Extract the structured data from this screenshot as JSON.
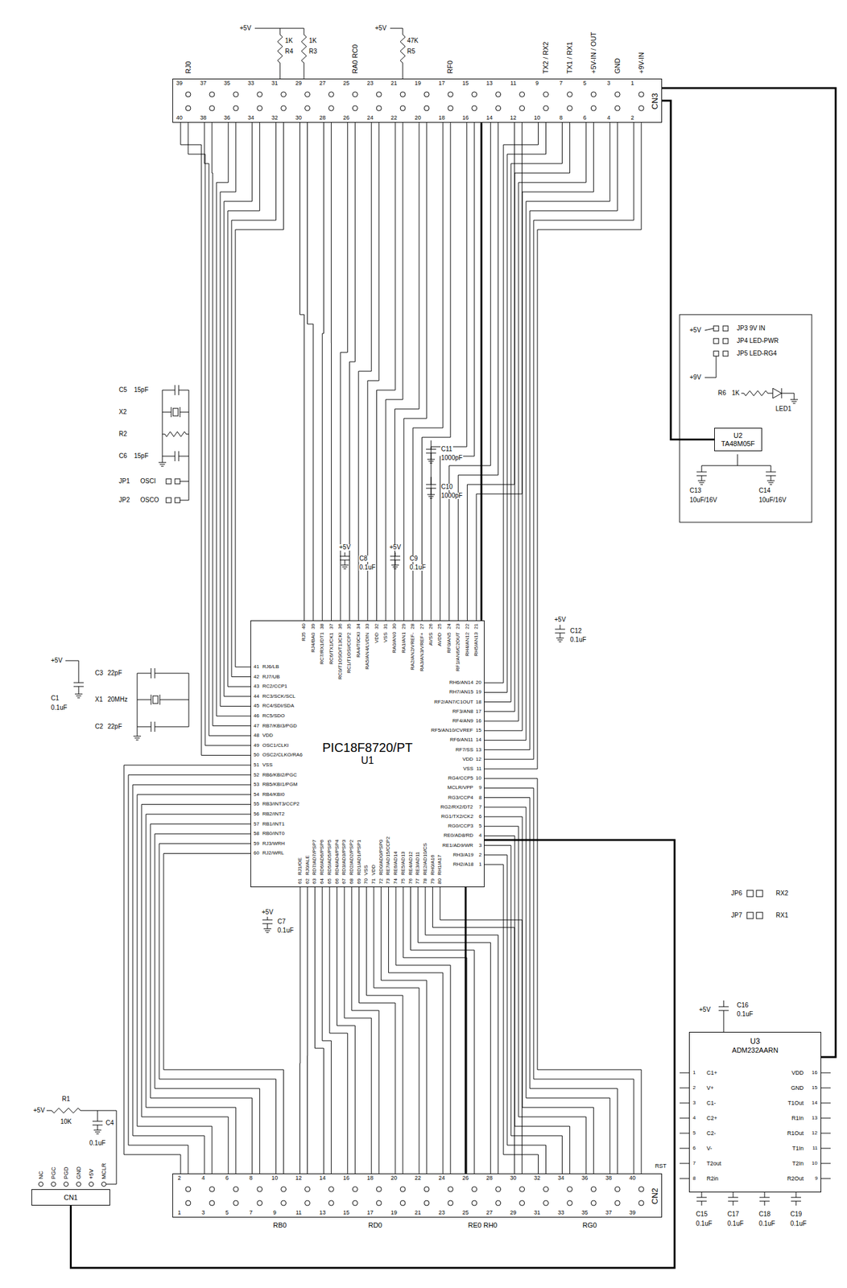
{
  "diagram": {
    "nodes": [
      {
        "text": [
          "CN3"
        ]
      },
      {
        "text": [
          "U2",
          "TA48M05F"
        ]
      },
      {
        "text": [
          "PIC18F8720/PT",
          "U1"
        ]
      },
      {
        "text": [
          "U3",
          "ADM232AARN"
        ]
      },
      {
        "text": [
          "CN2"
        ]
      },
      {
        "text": [
          "CN1"
        ]
      }
    ],
    "edges": [
      {
        "from": 2,
        "to": 0,
        "arrow": "none"
      },
      {
        "from": 1,
        "to": 0,
        "arrow": "none"
      },
      {
        "from": 3,
        "to": 0,
        "arrow": "none"
      },
      {
        "from": 4,
        "to": 2,
        "arrow": "none"
      },
      {
        "from": 5,
        "to": 2,
        "arrow": "none"
      }
    ],
    "labels": [
      "RJ0",
      "RA0 RC0",
      "RF0",
      "TX2 / RX2",
      "TX1 / RX1",
      "+5V-IN / OUT",
      "GND",
      "+9V-IN",
      "39",
      "37",
      "35",
      "33",
      "31",
      "29",
      "27",
      "25",
      "23",
      "21",
      "19",
      "17",
      "15",
      "13",
      "11",
      "9",
      "7",
      "5",
      "3",
      "1",
      "40",
      "38",
      "36",
      "34",
      "32",
      "30",
      "28",
      "26",
      "24",
      "22",
      "20",
      "18",
      "16",
      "14",
      "12",
      "10",
      "8",
      "6",
      "4",
      "2",
      "+5V",
      "1K",
      "R4",
      "1K",
      "R3",
      "+5V",
      "47K",
      "R5",
      "C5",
      "15pF",
      "X2",
      "R2",
      "C6",
      "15pF",
      "JP1",
      "OSCI",
      "JP2",
      "OSCO",
      "+5V",
      "C1",
      "0.1uF",
      "C3",
      "22pF",
      "X1",
      "20MHz",
      "C2",
      "22pF",
      "+5V",
      "C8",
      "0.1uF",
      "+5V",
      "C9",
      "0.1uF",
      "C11",
      "1000pF",
      "C10",
      "1000pF",
      "+5V",
      "C12",
      "0.1uF",
      "+5V",
      "C7",
      "0.1uF",
      "+5V",
      "+9V",
      "JP3 9V IN",
      "JP4 LED-PWR",
      "JP5 LED-RG4",
      "R6",
      "1K",
      "LED1",
      "C13",
      "10uF/16V",
      "C14",
      "10uF/16V",
      "JP6",
      "RX2",
      "JP7",
      "RX1",
      "+5V",
      "C16",
      "0.1uF",
      "C15",
      "0.1uF",
      "C17",
      "0.1uF",
      "C18",
      "0.1uF",
      "C19",
      "0.1uF",
      "C1+",
      "V+",
      "C1-",
      "C2+",
      "C2-",
      "V-",
      "T2out",
      "R2in",
      "VDD",
      "GND",
      "T1Out",
      "R1In",
      "R1Out",
      "T1In",
      "T2In",
      "R2Out",
      "1",
      "2",
      "3",
      "4",
      "5",
      "6",
      "7",
      "8",
      "16",
      "15",
      "14",
      "13",
      "12",
      "11",
      "10",
      "9",
      "RH2/A18",
      "RH3/A19",
      "RE1/AD9/WR",
      "RE0/AD8/RD",
      "RG0/CCP3",
      "RG1/TX2/CK2",
      "RG2/RX2/DT2",
      "RG3/CCP4",
      "MCLR/VPP",
      "RG4/CCP5",
      "VSS",
      "VDD",
      "RF7/SS",
      "RF6/AN11",
      "RF5/AN10/CVREF",
      "RF4/AN9",
      "RF3/AN8",
      "RF2/AN7/C1OUT",
      "RH7/AN15",
      "RH6/AN14",
      "RH5/AN13",
      "RH4/AN12",
      "RF1/AN6/C2OUT",
      "RF0/AN5",
      "AVDD",
      "AVSS",
      "RA3/AN3/VREF+",
      "RA2/AN2/VREF-",
      "RA1/AN1",
      "RA0/AN0",
      "VSS",
      "VDD",
      "RA5/AN4/LVDIN",
      "RA4/T0CKI",
      "RC1/T1OSI/CCP2",
      "RC0/T1OSO/T13CKI",
      "RC6/TX1/CK1",
      "RC7/RX1/DT1",
      "RJ4/BA0",
      "RJ5",
      "RJ6/LB",
      "RJ7/UB",
      "RC2/CCP1",
      "RC3/SCK/SCL",
      "RC4/SDI/SDA",
      "RC5/SDO",
      "RB7/KBI3/PGD",
      "VDD",
      "OSC1/CLKI",
      "OSC2/CLKO/RA6",
      "VSS",
      "RB6/KBI2/PGC",
      "RB5/KBI1/PGM",
      "RB4/KBI0",
      "RB3/INT3/CCP2",
      "RB2/INT2",
      "RB1/INT1",
      "RB0/INT0",
      "RJ3/WRH",
      "RJ2/WRL",
      "RJ1/OE",
      "RJ0/ALE",
      "RD7/AD7/PSP7",
      "RD6/AD6/PSP6",
      "RD5/AD5/PSP5",
      "RD4/AD4/PSP4",
      "RD3/AD3/PSP3",
      "RD2/AD2/PSP2",
      "RD1/AD1/PSP1",
      "VSS",
      "VDD",
      "RD0/AD0/PSP0",
      "RE7/AD15/CCP2",
      "RE6/AD14",
      "RE5/AD13",
      "RE4/AD12",
      "RE3/AD11",
      "RE2/AD10/CS",
      "RH0/A16",
      "RH1/A17",
      "1",
      "2",
      "3",
      "4",
      "5",
      "6",
      "7",
      "8",
      "9",
      "10",
      "11",
      "12",
      "13",
      "14",
      "15",
      "16",
      "17",
      "18",
      "19",
      "20",
      "21",
      "22",
      "23",
      "24",
      "25",
      "26",
      "27",
      "28",
      "29",
      "30",
      "31",
      "32",
      "33",
      "34",
      "35",
      "36",
      "37",
      "38",
      "39",
      "40",
      "41",
      "42",
      "43",
      "44",
      "45",
      "46",
      "47",
      "48",
      "49",
      "50",
      "51",
      "52",
      "53",
      "54",
      "55",
      "56",
      "57",
      "58",
      "59",
      "60",
      "61",
      "62",
      "63",
      "64",
      "65",
      "66",
      "67",
      "68",
      "69",
      "70",
      "71",
      "72",
      "73",
      "74",
      "75",
      "76",
      "77",
      "78",
      "79",
      "80",
      "2",
      "4",
      "6",
      "8",
      "10",
      "12",
      "14",
      "16",
      "18",
      "20",
      "22",
      "24",
      "26",
      "28",
      "30",
      "32",
      "34",
      "36",
      "38",
      "40",
      "1",
      "3",
      "5",
      "7",
      "9",
      "11",
      "13",
      "15",
      "17",
      "19",
      "21",
      "23",
      "25",
      "27",
      "29",
      "31",
      "33",
      "35",
      "37",
      "39",
      "RB0",
      "RD0",
      "RE0 RH0",
      "RG0",
      "RST",
      "NC",
      "PGC",
      "PGD",
      "GND",
      "+5V",
      "MCLR",
      "+5V",
      "R1",
      "10K",
      "C4",
      "0.1uF"
    ]
  }
}
